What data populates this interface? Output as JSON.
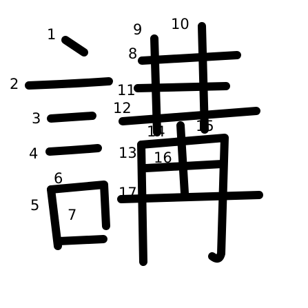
{
  "character": "講",
  "stroke_color": "#000000",
  "label_color": "#000000",
  "background": "#ffffff",
  "stroke_numbers": [
    "1",
    "2",
    "3",
    "4",
    "5",
    "6",
    "7",
    "8",
    "9",
    "10",
    "11",
    "12",
    "13",
    "14",
    "15",
    "16",
    "17"
  ]
}
